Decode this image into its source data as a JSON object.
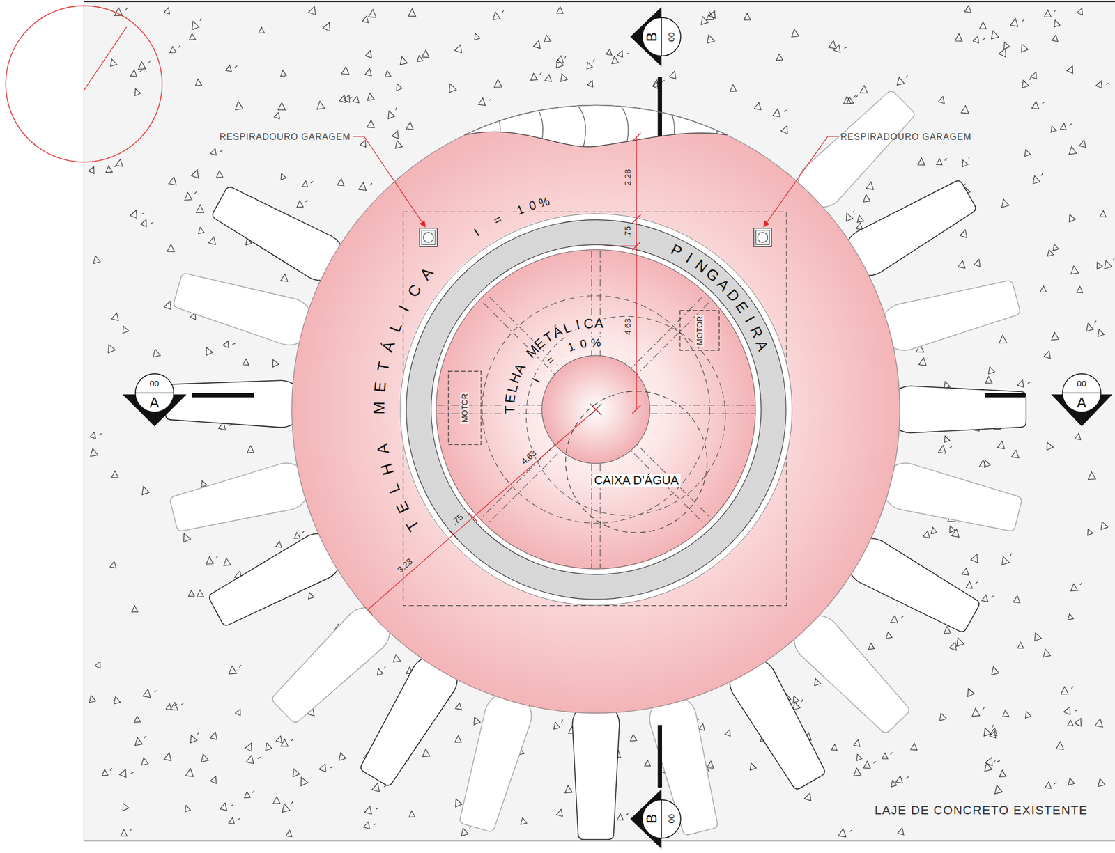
{
  "diagram": {
    "nodes": [
      {
        "text": [
          "B",
          "00"
        ]
      },
      {
        "text": [
          "A",
          "00"
        ]
      },
      {
        "text": [
          "A",
          "00"
        ]
      },
      {
        "text": [
          "TELHA METÁLICA",
          "I = 10%"
        ]
      },
      {
        "text": [
          "PINGADEIRA"
        ],
        "in": 3
      },
      {
        "text": [
          "TELHA METÁLICA",
          "I = 10%"
        ],
        "in": 4
      },
      {
        "text": [
          "MOTOR"
        ],
        "in": 5
      },
      {
        "text": [
          "MOTOR"
        ],
        "in": 5
      },
      {
        "text": [
          "CAIXA D’ÁGUA"
        ],
        "in": 5
      },
      {
        "text": [
          "B",
          "00"
        ]
      }
    ],
    "labels": [
      "RESPIRADOURO GARAGEM",
      "RESPIRADOURO GARAGEM",
      "2.28",
      ".75",
      "4.63",
      "4.63",
      ".75",
      "3.23",
      "LAJE DE CONCRETO EXISTENTE"
    ]
  }
}
